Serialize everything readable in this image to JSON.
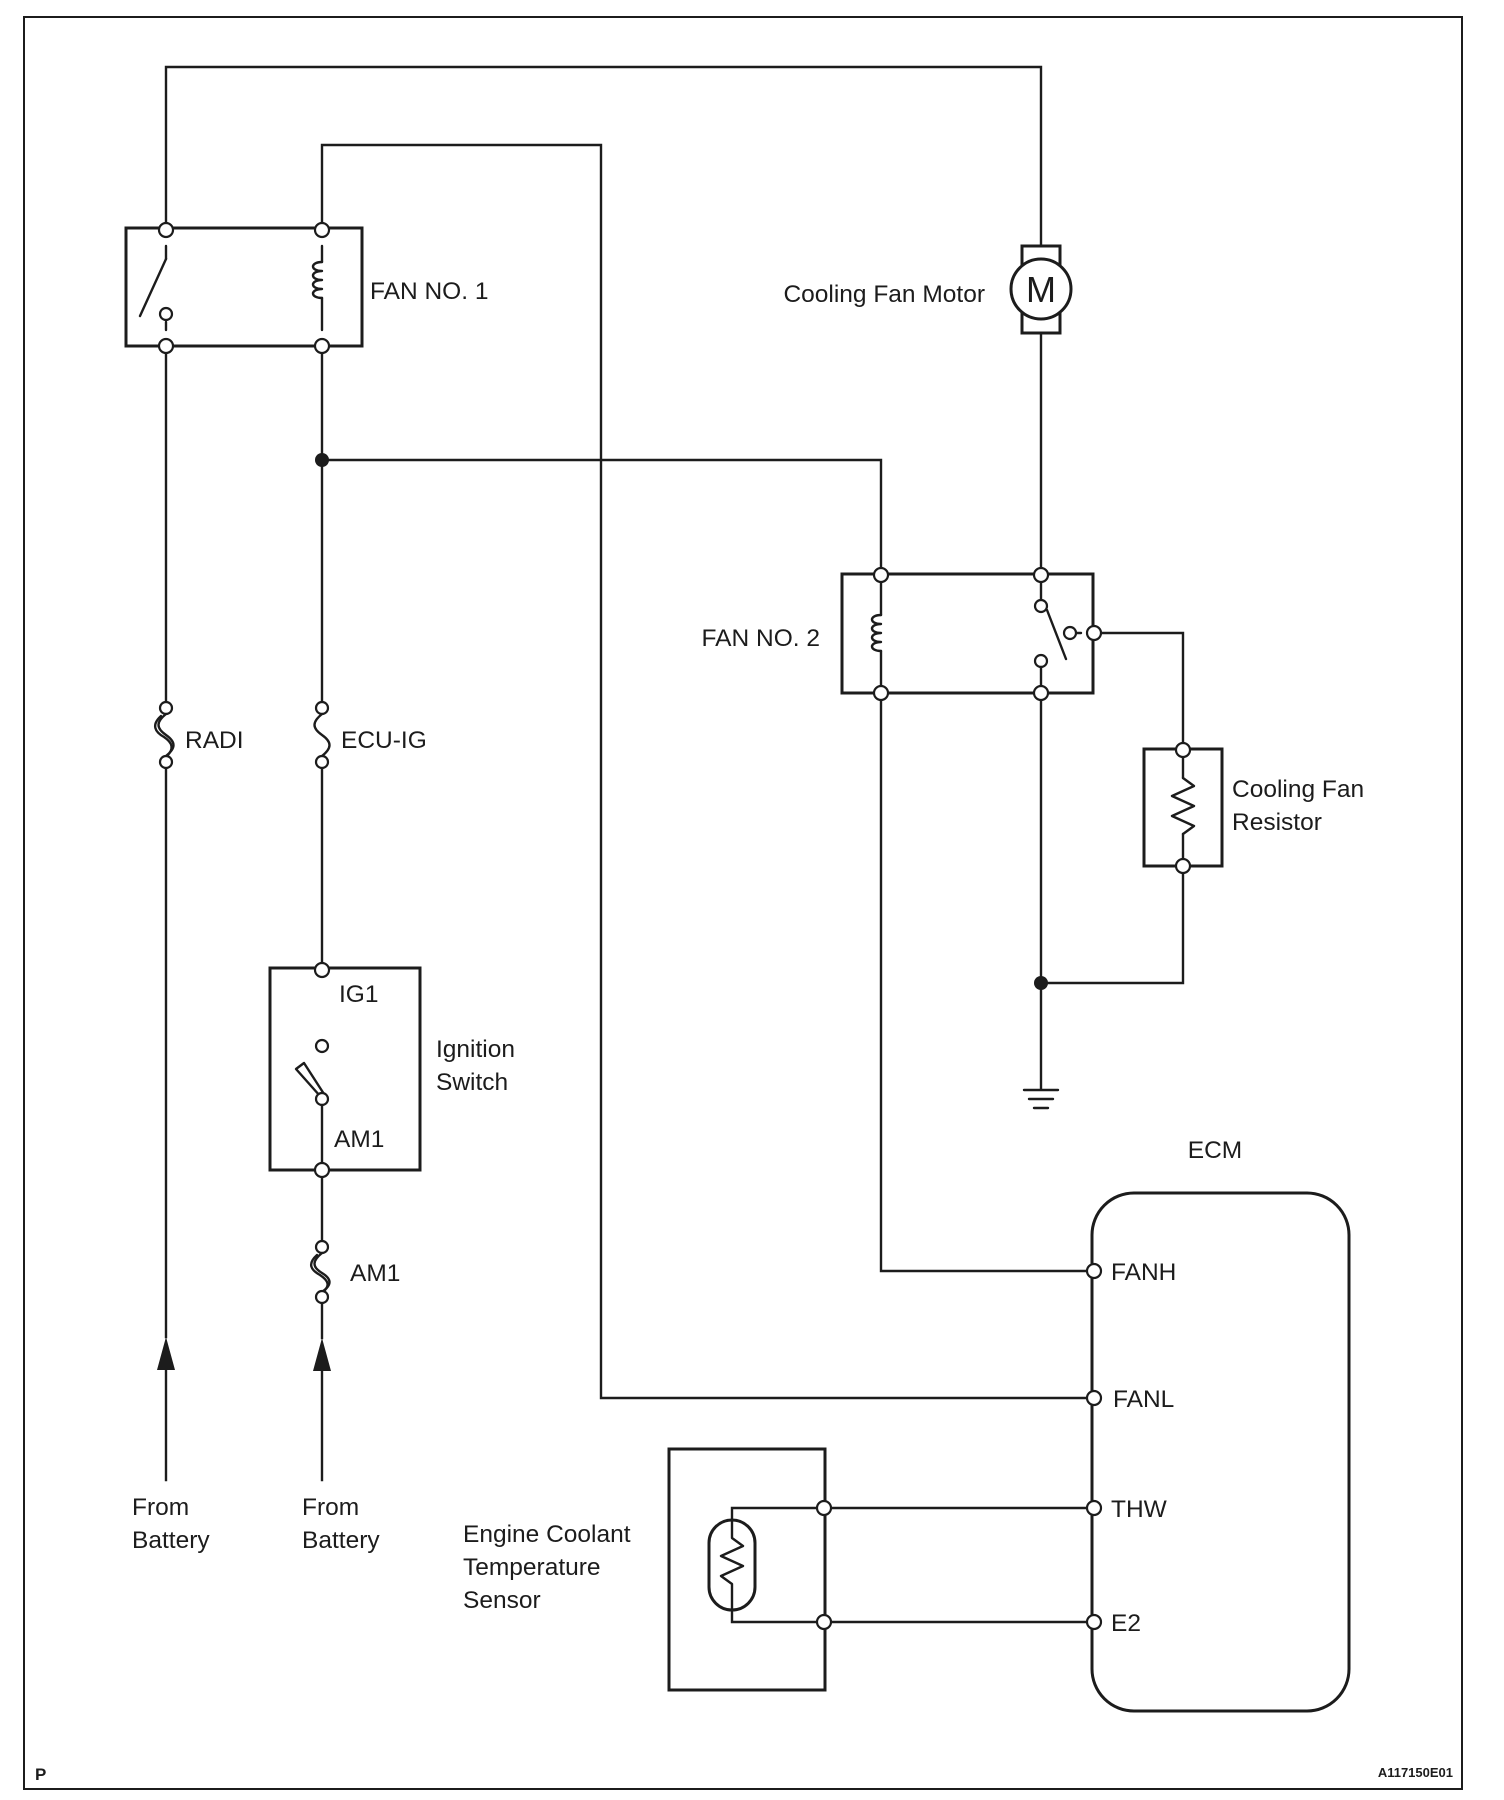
{
  "labels": {
    "fan_no1": "FAN NO. 1",
    "fan_no2": "FAN NO. 2",
    "cooling_fan_motor": "Cooling Fan Motor",
    "motor_symbol": "M",
    "radi": "RADI",
    "ecu_ig": "ECU-IG",
    "am1_fuse": "AM1",
    "ig1": "IG1",
    "am1_switch": "AM1",
    "ignition_switch": [
      "Ignition",
      "Switch"
    ],
    "cooling_fan_resistor": [
      "Cooling Fan",
      "Resistor"
    ],
    "ecm": "ECM",
    "fanh": "FANH",
    "fanl": "FANL",
    "thw": "THW",
    "e2": "E2",
    "from_battery_1": [
      "From",
      "Battery"
    ],
    "from_battery_2": [
      "From",
      "Battery"
    ],
    "ect_sensor": [
      "Engine Coolant",
      "Temperature",
      "Sensor"
    ],
    "page_marker": "P",
    "figure_code": "A117150E01"
  }
}
